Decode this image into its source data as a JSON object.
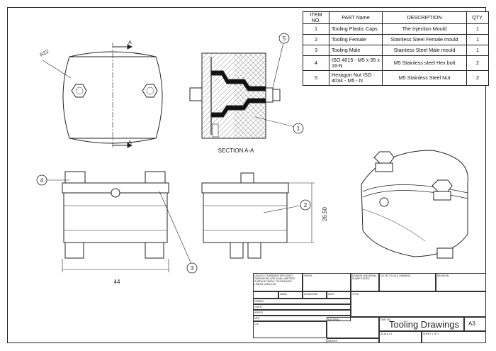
{
  "bom": {
    "headers": [
      "ITEM NO.",
      "PART Name",
      "DESCRIPTION",
      "QTY."
    ],
    "rows": [
      {
        "item": "1",
        "part": "Tooling Plastic Caps",
        "description": "The Injection Mould",
        "qty": "1"
      },
      {
        "item": "2",
        "part": "Tooling Female",
        "description": "Stainless Steel Female mould",
        "qty": "1"
      },
      {
        "item": "3",
        "part": "Tooling Male",
        "description": "Stainless Steel Male mould",
        "qty": "1"
      },
      {
        "item": "4",
        "part": "ISO 4015 - M5 x 35 x 16-N",
        "description": "M5 Stainless steel Hex bolt",
        "qty": "2"
      },
      {
        "item": "5",
        "part": "Hexagon Nut ISO - 4034 - M5 - N",
        "description": "M5 Stainless Steel Nut",
        "qty": "2"
      }
    ]
  },
  "views": {
    "radius_label": "R22",
    "section_marker": "A",
    "section_label": "SECTION A-A",
    "dim_width": "44",
    "dim_height": "26.50"
  },
  "balloons": [
    "1",
    "2",
    "3",
    "4",
    "5"
  ],
  "title_block": {
    "notes": "UNLESS OTHERWISE SPECIFIED: DIMENSIONS ARE IN MILLIMETERS SURFACE FINISH: TOLERANCES: LINEAR: ANGULAR:",
    "finish": "FINISH:",
    "deburr": "DEBURR AND BREAK SHARP EDGES",
    "do_not_scale": "DO NOT SCALE DRAWING",
    "revision": "REVISION",
    "col_name": "NAME",
    "col_signature": "SIGNATURE",
    "col_date": "DATE",
    "row_drawn": "DRAWN",
    "row_chkd": "CHK'D",
    "row_appvd": "APPV'D",
    "row_mfg": "MFG",
    "row_qa": "Q.A",
    "title_label": "TITLE:",
    "material": "MATERIAL:",
    "dwg_no": "DWG NO.",
    "drawing_title": "Tooling Drawings",
    "size": "A3",
    "weight": "WEIGHT:",
    "scale": "SCALE:2:1",
    "sheet": "SHEET 1 OF 1"
  }
}
